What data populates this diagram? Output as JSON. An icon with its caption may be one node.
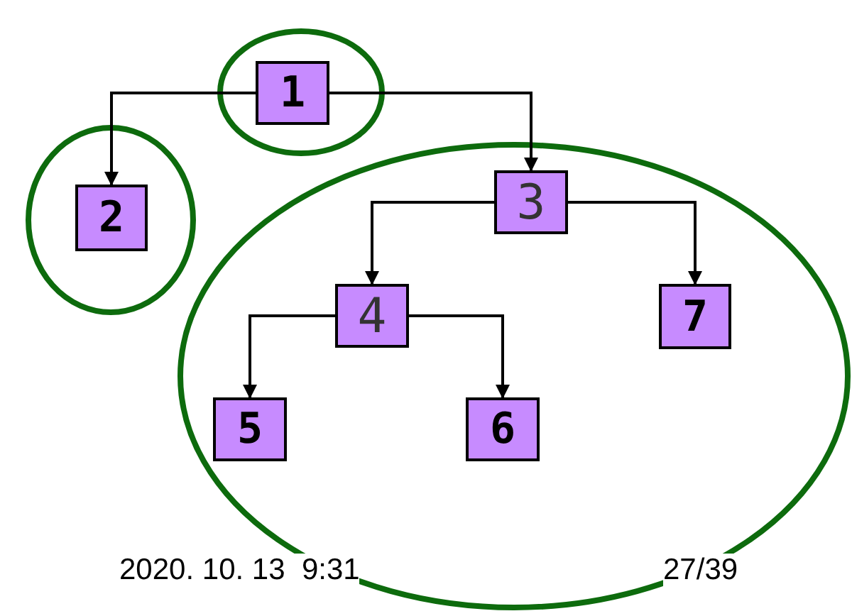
{
  "diagram": {
    "nodes": [
      {
        "text": [],
        "shape": "circle"
      },
      {
        "text": [
          "1"
        ],
        "in": 0
      },
      {
        "text": [],
        "shape": "circle"
      },
      {
        "text": [
          "2"
        ],
        "in": 2
      },
      {
        "text": [],
        "shape": "circle"
      },
      {
        "text": [
          "3"
        ],
        "in": 4
      },
      {
        "text": [
          "4"
        ],
        "in": 4
      },
      {
        "text": [
          "7"
        ],
        "in": 4
      },
      {
        "text": [
          "5"
        ],
        "in": 4
      },
      {
        "text": [
          "6"
        ],
        "in": 4
      }
    ],
    "edges": [
      {
        "from": 1,
        "to": 3,
        "arrow": "to"
      },
      {
        "from": 1,
        "to": 5,
        "arrow": "to"
      },
      {
        "from": 5,
        "to": 6,
        "arrow": "to"
      },
      {
        "from": 5,
        "to": 7,
        "arrow": "to"
      },
      {
        "from": 6,
        "to": 8,
        "arrow": "to"
      },
      {
        "from": 6,
        "to": 9,
        "arrow": "to"
      }
    ],
    "labels": [
      "2020. 10. 13  9:31",
      "27/39"
    ]
  }
}
